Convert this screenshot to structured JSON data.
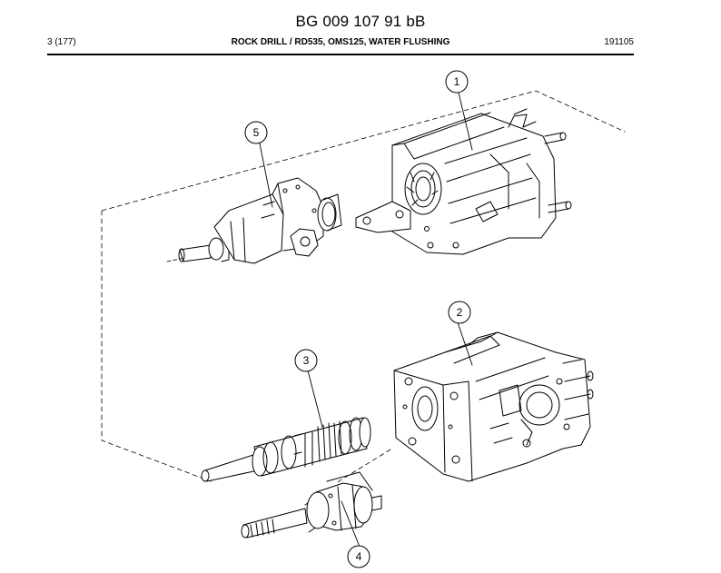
{
  "header": {
    "doc_number": "BG 009 107 91 bB",
    "page_ref": "3 (177)",
    "title": "ROCK DRILL / RD535, OMS125, WATER FLUSHING",
    "date": "191105"
  },
  "callouts": [
    {
      "id": 1,
      "label": "1"
    },
    {
      "id": 2,
      "label": "2"
    },
    {
      "id": 3,
      "label": "3"
    },
    {
      "id": 4,
      "label": "4"
    },
    {
      "id": 5,
      "label": "5"
    }
  ]
}
